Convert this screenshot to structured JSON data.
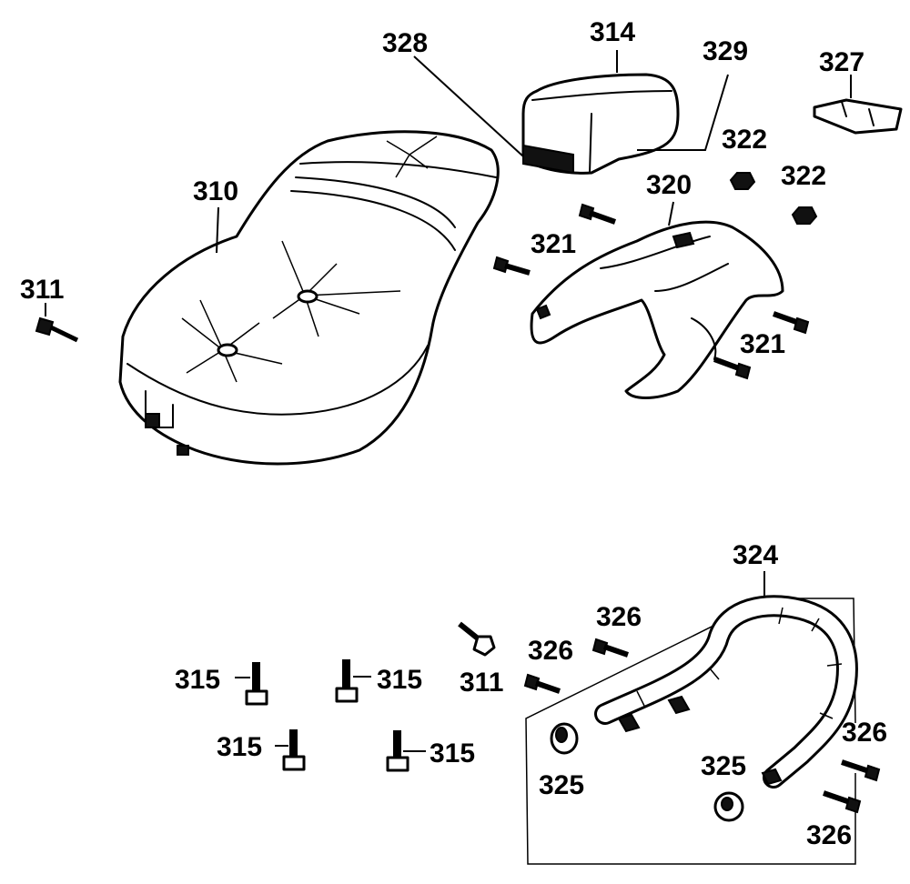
{
  "callouts": {
    "c310": "310",
    "c311_top": "311",
    "c311_bottom": "311",
    "c314": "314",
    "c315_a": "315",
    "c315_b": "315",
    "c315_c": "315",
    "c315_d": "315",
    "c320": "320",
    "c321_a": "321",
    "c321_b": "321",
    "c322_a": "322",
    "c322_b": "322",
    "c324": "324",
    "c325_a": "325",
    "c325_b": "325",
    "c326_a": "326",
    "c326_b": "326",
    "c326_c": "326",
    "c326_d": "326",
    "c327": "327",
    "c328": "328",
    "c329": "329"
  }
}
